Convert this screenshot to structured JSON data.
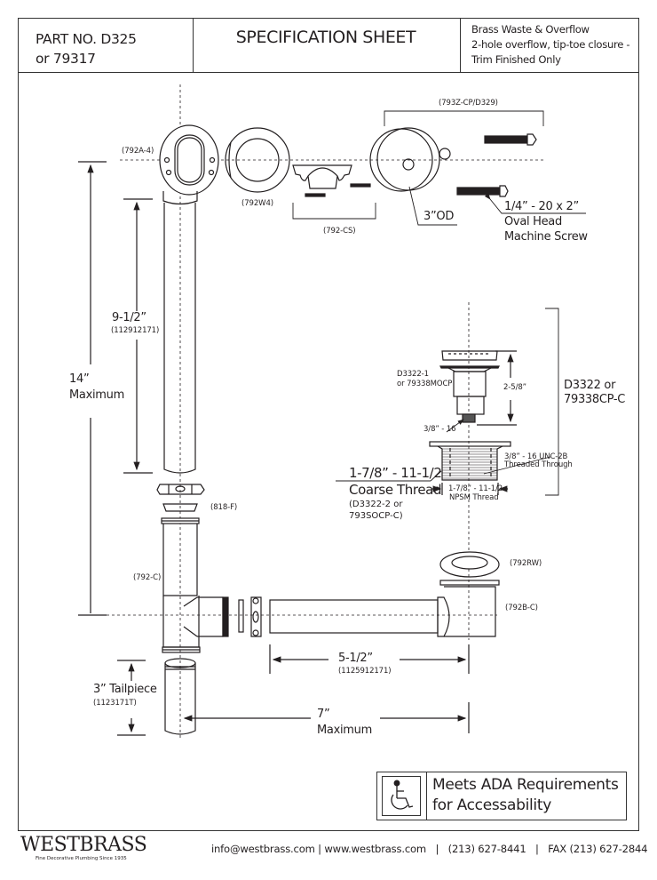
{
  "header": {
    "part_no_line1": "PART NO.  D325",
    "part_no_line2": "or 79317",
    "title": "SPECIFICATION SHEET",
    "description": [
      "Brass Waste & Overflow",
      "2-hole overflow, tip-toe closure -",
      "Trim Finished Only"
    ]
  },
  "parts": {
    "overflow_elbow": "(792A-4)",
    "gasket": "(792W4)",
    "clip_set": "(792-CS)",
    "faceplate": "(793Z-CP/D329)",
    "faceplate_od": "3”OD",
    "screw_spec": "1/4” - 20 x 2”",
    "screw_type_1": "Oval Head",
    "screw_type_2": "Machine Screw",
    "nut_washer": "(818-F)",
    "tee": "(792-C)",
    "rubber_washer": "(792RW)",
    "drain_body": "(792B-C)"
  },
  "dimensions": {
    "overflow_tube": "9-1/2”",
    "overflow_tube_part": "(112912171)",
    "max_height_value": "14”",
    "max_height_label": "Maximum",
    "shoe_tube": "5-1/2”",
    "shoe_tube_part": "(1125912171)",
    "max_length_value": "7”",
    "max_length_label": "Maximum",
    "tailpiece": "3” Tailpiece",
    "tailpiece_part": "(1123171T)"
  },
  "stopper": {
    "stopper_part_1": "D3322-1",
    "stopper_part_2": "or 79338MOCP",
    "stopper_height": "2-5/8”",
    "stud_thread": "3/8” - 16",
    "assembly_1": "D3322 or",
    "assembly_2": "79338CP-C",
    "through_thread_1": "3/8” - 16 UNC-2B",
    "through_thread_2": "Threaded Through",
    "coarse_thread_1": "1-7/8” - 11-1/2",
    "coarse_thread_2": "Coarse Thread",
    "coarse_part_1": "(D3322-2 or",
    "coarse_part_2": "793SOCP-C)",
    "npsm_1": "1-7/8” - 11-1/2",
    "npsm_2": "NPSM Thread"
  },
  "ada": {
    "icon": "wheelchair-icon",
    "line1": "Meets  ADA Requirements",
    "line2": "for Accessability"
  },
  "footer": {
    "brand": "WESTBRASS",
    "tagline": "Fine Decorative Plumbing Since 1935",
    "contact": "info@westbrass.com | www.westbrass.com   |   (213) 627-8441   |   FAX (213) 627-2844"
  }
}
